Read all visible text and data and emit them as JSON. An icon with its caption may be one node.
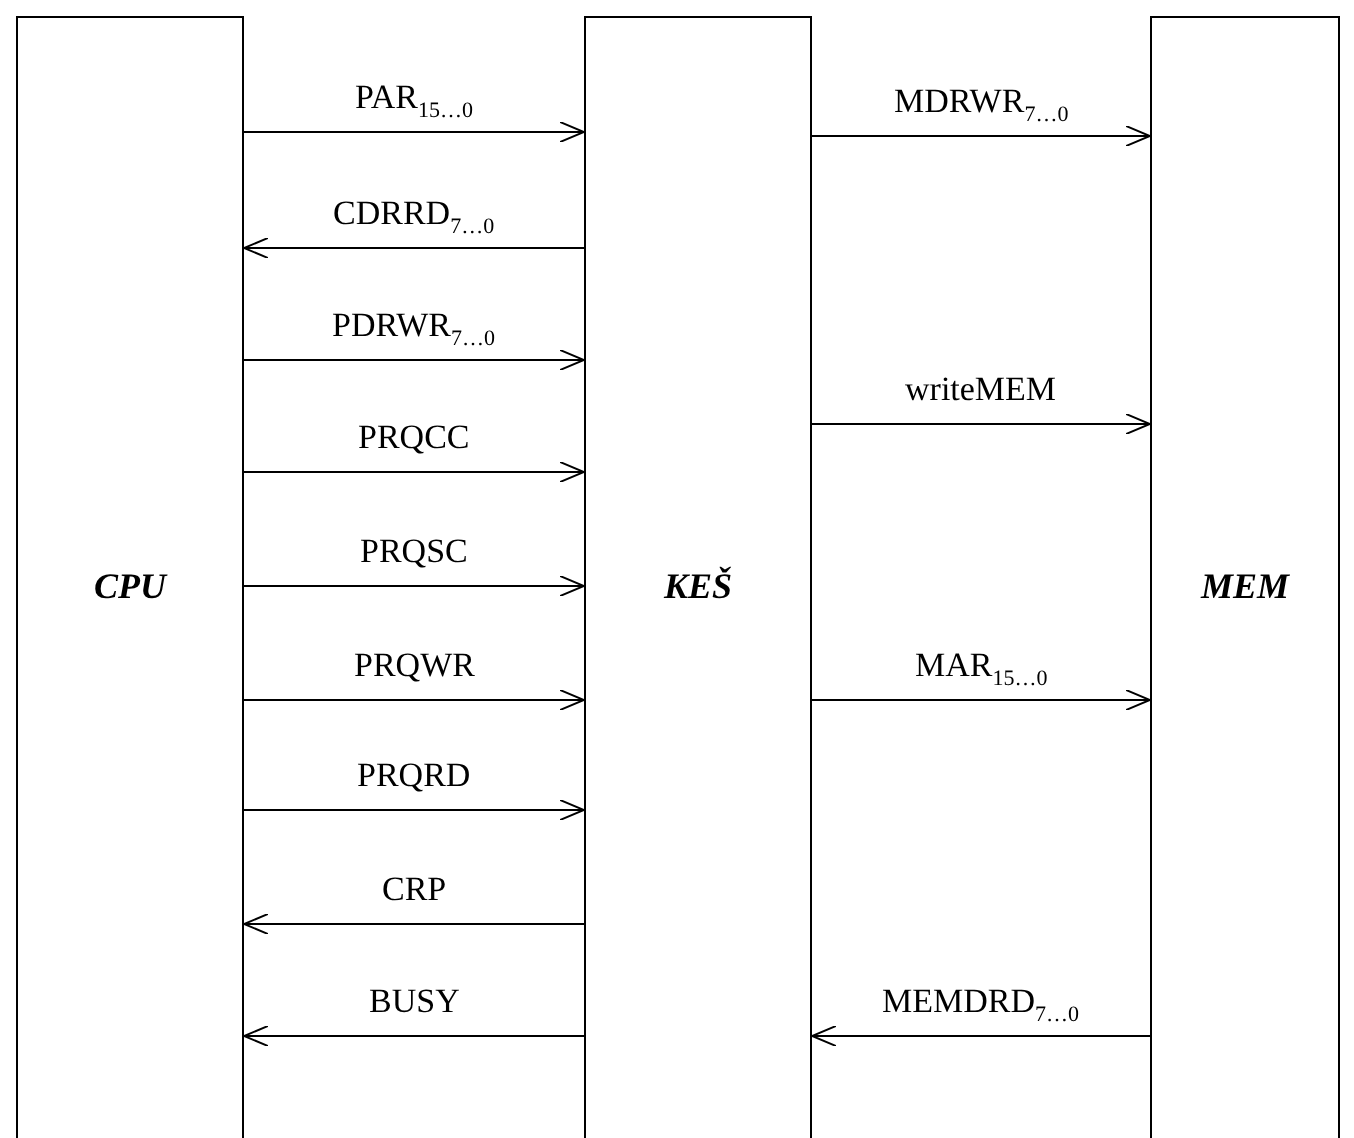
{
  "diagram": {
    "nodes": [
      {
        "text": [
          "CPU"
        ]
      },
      {
        "text": [
          "KEŠ"
        ]
      },
      {
        "text": [
          "MEM"
        ]
      }
    ],
    "edges": [
      {
        "from": 0,
        "to": 1,
        "arrow": "to",
        "label": "PAR$_{15…0}$"
      },
      {
        "from": 1,
        "to": 0,
        "arrow": "to",
        "label": "CDRRD$_{7…0}$"
      },
      {
        "from": 0,
        "to": 1,
        "arrow": "to",
        "label": "PDRWR$_{7…0}$"
      },
      {
        "from": 0,
        "to": 1,
        "arrow": "to",
        "label": "PRQCC"
      },
      {
        "from": 0,
        "to": 1,
        "arrow": "to",
        "label": "PRQSC"
      },
      {
        "from": 0,
        "to": 1,
        "arrow": "to",
        "label": "PRQWR"
      },
      {
        "from": 0,
        "to": 1,
        "arrow": "to",
        "label": "PRQRD"
      },
      {
        "from": 1,
        "to": 0,
        "arrow": "to",
        "label": "CRP"
      },
      {
        "from": 1,
        "to": 0,
        "arrow": "to",
        "label": "BUSY"
      },
      {
        "from": 1,
        "to": 2,
        "arrow": "to",
        "label": "MDRWR$_{7…0}$"
      },
      {
        "from": 1,
        "to": 2,
        "arrow": "to",
        "label": "writeMEM"
      },
      {
        "from": 1,
        "to": 2,
        "arrow": "to",
        "label": "MAR$_{15…0}$"
      },
      {
        "from": 2,
        "to": 1,
        "arrow": "to",
        "label": "MEMDRD$_{7…0}$"
      }
    ]
  }
}
